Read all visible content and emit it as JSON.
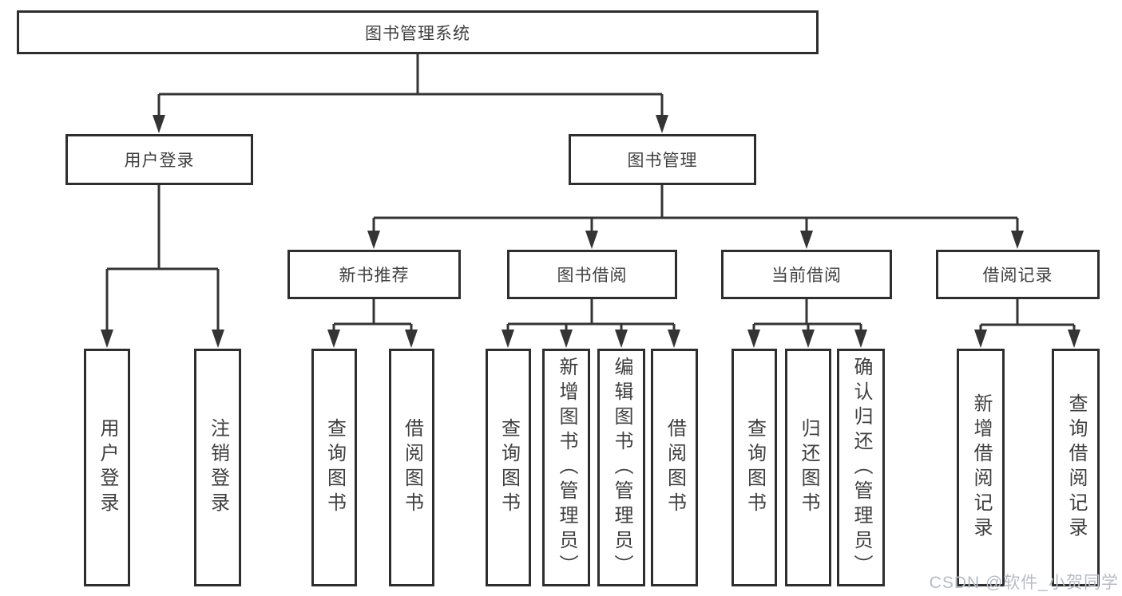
{
  "tree": {
    "label": "图书管理系统",
    "children": [
      {
        "label": "用户登录",
        "children": [
          {
            "label": "用户登录"
          },
          {
            "label": "注销登录"
          }
        ]
      },
      {
        "label": "图书管理",
        "children": [
          {
            "label": "新书推荐",
            "children": [
              {
                "label": "查询图书"
              },
              {
                "label": "借阅图书"
              }
            ]
          },
          {
            "label": "图书借阅",
            "children": [
              {
                "label": "查询图书"
              },
              {
                "label": "新增图书（管理员）"
              },
              {
                "label": "编辑图书（管理员）"
              },
              {
                "label": "借阅图书"
              }
            ]
          },
          {
            "label": "当前借阅",
            "children": [
              {
                "label": "查询图书"
              },
              {
                "label": "归还图书"
              },
              {
                "label": "确认归还（管理员）"
              }
            ]
          },
          {
            "label": "借阅记录",
            "children": [
              {
                "label": "新增借阅记录"
              },
              {
                "label": "查询借阅记录"
              }
            ]
          }
        ]
      }
    ]
  },
  "watermark": "CSDN @软件_小贺同学",
  "colors": {
    "line": "#343434",
    "box_border": "#2e2e2e",
    "text": "#3f3f3f",
    "watermark": "#b7bcc4"
  }
}
